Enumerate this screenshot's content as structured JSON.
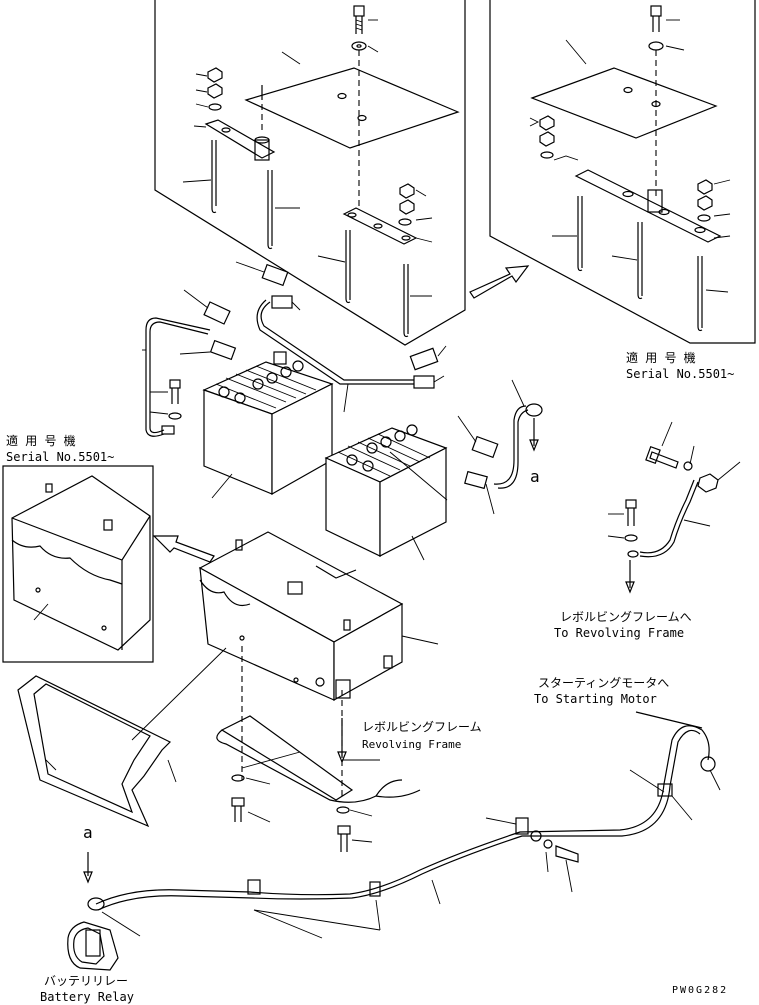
{
  "labels": {
    "serial_top_jp": "適 用 号 機",
    "serial_top_en": "Serial No.5501~",
    "serial_left_jp": "適 用 号 機",
    "serial_left_en": "Serial No.5501~",
    "revolving_frame_to_jp": "レボルビングフレームへ",
    "revolving_frame_to_en": "To Revolving Frame",
    "revolving_frame_jp": "レボルビングフレーム",
    "revolving_frame_en": "Revolving Frame",
    "starting_motor_jp": "スターティングモータへ",
    "starting_motor_en": "To Starting Motor",
    "battery_relay_jp": "バッテリリレー",
    "battery_relay_en": "Battery Relay",
    "ref_a_upper": "a",
    "ref_a_lower": "a",
    "drawing_code": "PW0G282"
  }
}
